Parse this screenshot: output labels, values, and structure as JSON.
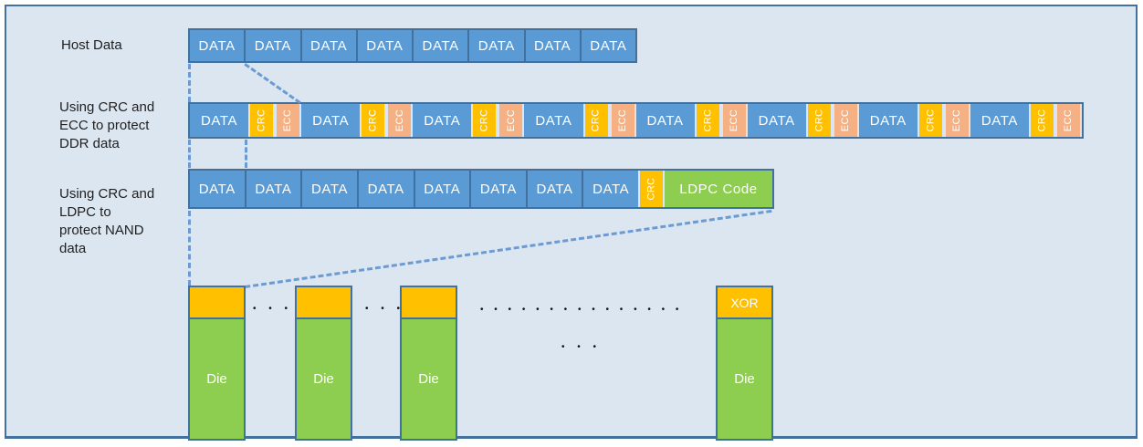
{
  "labels": {
    "host": "Host Data",
    "ddr_lines": [
      "Using CRC and",
      "ECC to protect",
      "DDR data"
    ],
    "nand_lines": [
      "Using CRC and",
      "LDPC to",
      "protect NAND",
      "data"
    ]
  },
  "host_row": {
    "count": 8,
    "data_label": "DATA"
  },
  "ddr_row": {
    "groups": 8,
    "data_label": "DATA",
    "crc_label": "CRC",
    "ecc_label": "ECC"
  },
  "nand_row": {
    "data_count": 8,
    "data_label": "DATA",
    "crc_label": "CRC",
    "ldpc_label": "LDPC Code"
  },
  "dies": [
    {
      "header": "",
      "body": "Die"
    },
    {
      "header": "",
      "body": "Die"
    },
    {
      "header": "",
      "body": "Die"
    },
    {
      "header": "XOR",
      "body": "Die"
    }
  ],
  "dots": {
    "gap1": "• • •",
    "gap2": "• • •",
    "long": "• • • • • • • • • • • • • • •",
    "below": "• • •"
  },
  "colors": {
    "panel_bg": "#dce6f1",
    "accent_border": "#41719c",
    "data_fill": "#5b9bd5",
    "crc_fill": "#ffc000",
    "ecc_fill": "#f5b183",
    "ldpc_fill": "#8dce50",
    "die_fill": "#8dce50",
    "die_header_fill": "#ffc000",
    "dash_line": "#6b9bd2"
  }
}
